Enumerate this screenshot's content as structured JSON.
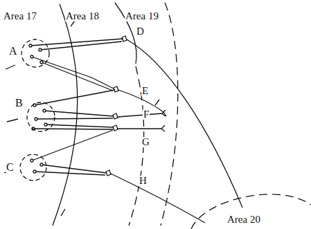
{
  "diagram": {
    "nodes": [
      {
        "text": [
          "A"
        ]
      },
      {
        "text": [
          "B"
        ]
      },
      {
        "text": [
          "C"
        ]
      }
    ],
    "labels": [
      "Area 17",
      "Area 18",
      "Area 19",
      "D",
      "E",
      "F",
      "G",
      "H",
      "Area 20"
    ]
  }
}
